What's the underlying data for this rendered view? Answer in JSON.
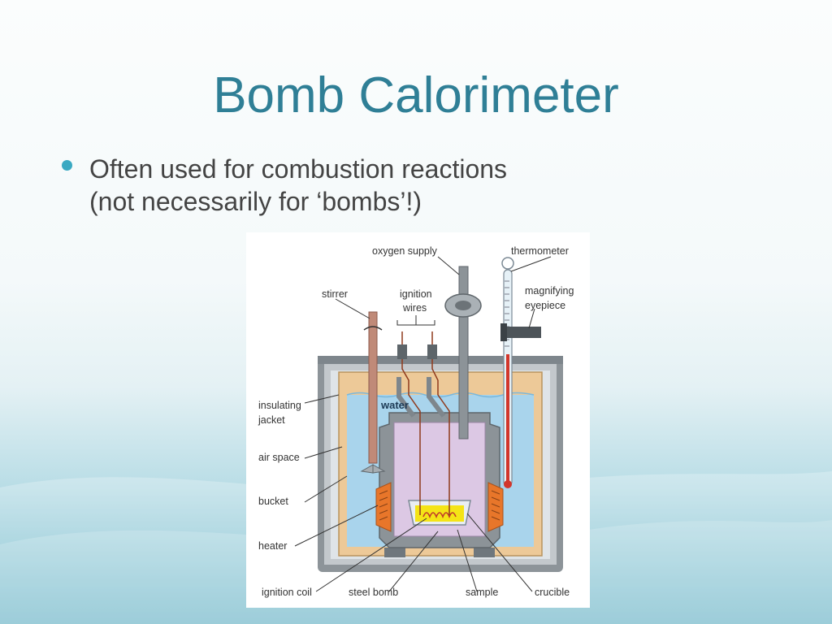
{
  "slide": {
    "title": "Bomb Calorimeter",
    "bullet_line1": "Often used for combustion reactions",
    "bullet_line2": "(not necessarily for ‘bombs’!)"
  },
  "diagram": {
    "labels": {
      "oxygen_supply": "oxygen supply",
      "thermometer": "thermometer",
      "stirrer": "stirrer",
      "ignition_wires_1": "ignition",
      "ignition_wires_2": "wires",
      "magnifying_eyepiece_1": "magnifying",
      "magnifying_eyepiece_2": "eyepiece",
      "insulating_jacket_1": "insulating",
      "insulating_jacket_2": "jacket",
      "water": "water",
      "air_space": "air space",
      "bucket": "bucket",
      "heater": "heater",
      "ignition_coil": "ignition coil",
      "steel_bomb": "steel bomb",
      "sample": "sample",
      "crucible": "crucible"
    }
  },
  "colors": {
    "title": "#2f7f96",
    "bullet": "#3aa9c2",
    "jacket": "#8d9499",
    "water": "#a9d4ec",
    "bomb": "#dcc8e4",
    "heater": "#e8762a",
    "sample": "#f4e416"
  }
}
